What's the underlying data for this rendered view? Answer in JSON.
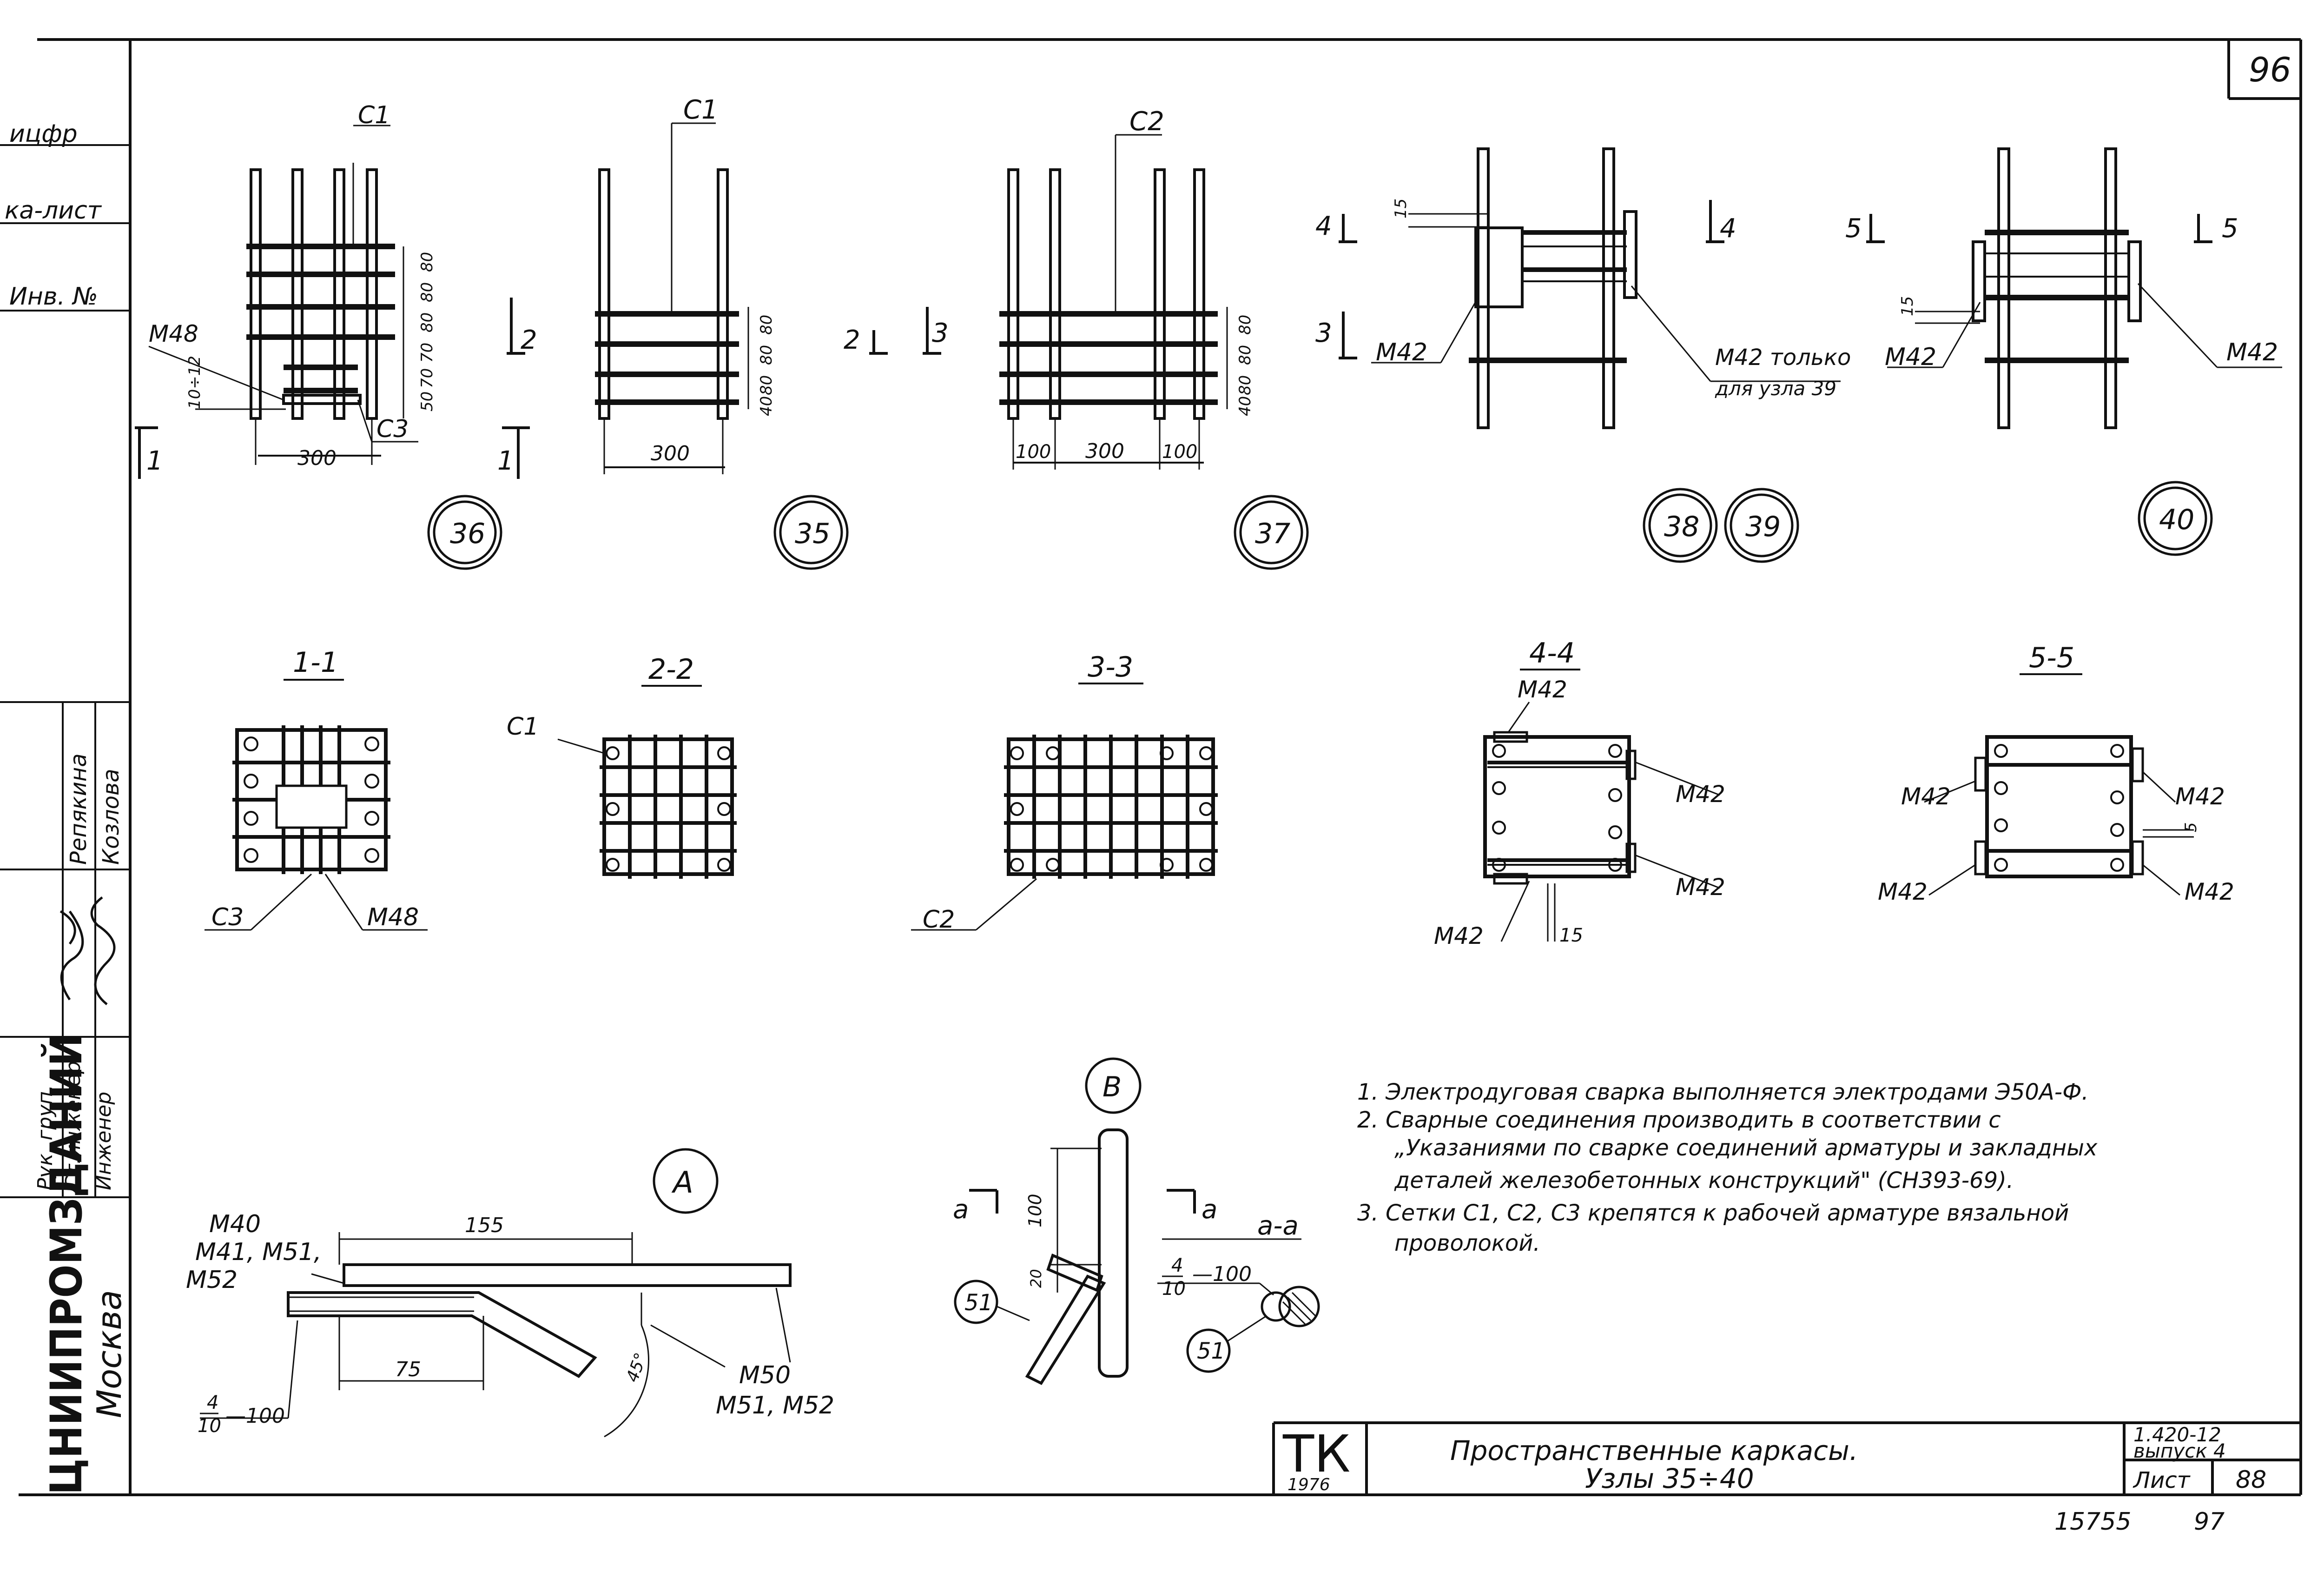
{
  "page_number": "96",
  "left_strip": {
    "org": "ЦНИИПРОМЗДАНИЙ",
    "city": "Москва",
    "partial_labels": [
      "ицфр",
      "ка-лист",
      "Инв. №"
    ],
    "roles": [
      "Рук. груп.",
      "Ст.инженер",
      "Инженер"
    ],
    "names": [
      "Репякина",
      "Козлова"
    ]
  },
  "nodes": {
    "n36": {
      "circle": "36",
      "labels": [
        "С1",
        "М48",
        "С3"
      ],
      "dims": [
        "300",
        "80",
        "80",
        "80",
        "70",
        "70",
        "50",
        "10÷12"
      ]
    },
    "n35": {
      "circle": "35",
      "labels": [
        "С1"
      ],
      "dims": [
        "300",
        "80",
        "80",
        "80",
        "40"
      ]
    },
    "n37": {
      "circle": "37",
      "labels": [
        "С2"
      ],
      "dims": [
        "100",
        "300",
        "100",
        "80",
        "80",
        "80",
        "40"
      ]
    },
    "n38": {
      "circles": [
        "38",
        "39"
      ],
      "labels": [
        "М42",
        "М42 только",
        "для узла 39"
      ],
      "dims": [
        "15"
      ]
    },
    "n40": {
      "circle": "40",
      "labels": [
        "М42",
        "М42"
      ],
      "dims": [
        "15"
      ]
    }
  },
  "cut_marks": [
    "1",
    "1",
    "2",
    "2",
    "3",
    "3",
    "4",
    "4",
    "5",
    "5"
  ],
  "sections": {
    "s11": {
      "title": "1-1",
      "labels": [
        "С3",
        "М48"
      ]
    },
    "s22": {
      "title": "2-2",
      "labels": [
        "С1"
      ]
    },
    "s33": {
      "title": "3-3",
      "labels": [
        "С2"
      ]
    },
    "s44": {
      "title": "4-4",
      "labels": [
        "М42",
        "М42",
        "М42",
        "М42"
      ],
      "dim": "15"
    },
    "s55": {
      "title": "5-5",
      "labels": [
        "М42",
        "М42",
        "М42",
        "М42"
      ],
      "dim": "5"
    }
  },
  "detail_a": {
    "circle": "А",
    "labels": [
      "М40",
      "М41, М51,",
      "М52",
      "М50",
      "М51, М52"
    ],
    "dims": [
      "155",
      "75",
      "45°"
    ],
    "weld_num": "4",
    "weld_den": "10",
    "weld_len": "—100"
  },
  "detail_b": {
    "circle": "В",
    "section": "а-а",
    "cut": "а",
    "dims": [
      "100",
      "20"
    ],
    "ref": "51",
    "weld_num": "4",
    "weld_den": "10",
    "weld_len": "—100"
  },
  "notes": [
    "1.  Электродуговая сварка выполняется электродами Э50А-Ф.",
    "2.  Сварные соединения производить в соответствии с",
    "„Указаниями по сварке соединений арматуры и закладных",
    "деталей железобетонных конструкций\" (СН393-69).",
    "3.  Сетки С1, С2, С3 крепятся к рабочей арматуре вязальной",
    "проволокой."
  ],
  "title_block": {
    "series": "ТК",
    "year": "1976",
    "title_line1": "Пространственные   каркасы.",
    "title_line2": "Узлы 35÷40",
    "code": "1.420-12",
    "issue": "выпуск 4",
    "sheet_label": "Лист",
    "sheet_num": "88"
  },
  "footer": {
    "inv": "15755",
    "page": "97"
  }
}
